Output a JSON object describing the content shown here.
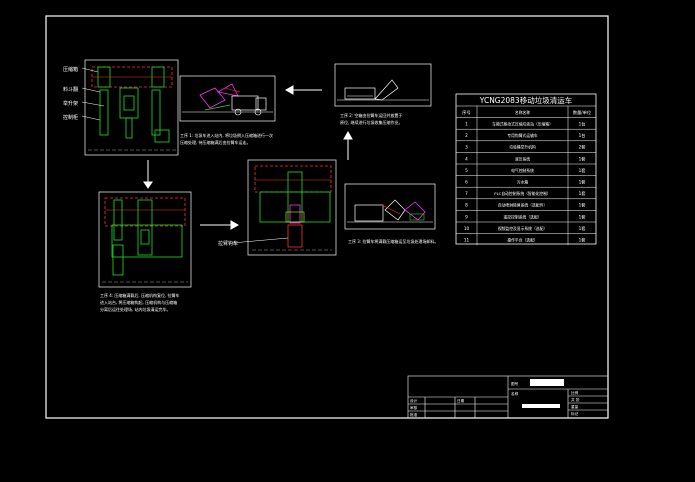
{
  "canvas": {
    "background": "#000000",
    "line": "#ffffff"
  },
  "palette": {
    "red": "#ff3030",
    "green": "#20e020",
    "magenta": "#ff30ff",
    "yellow": "#e0e020",
    "cyan": "#30d0ff",
    "gray": "#9a9a9a"
  },
  "table": {
    "title": "YCNG2083移动垃圾清运车",
    "header": [
      "序号",
      "名称名称",
      "数量/单位"
    ],
    "rows": [
      [
        "1",
        "车厢式移动式压缩垃圾站（压缩箱）",
        "1台"
      ],
      [
        "2",
        "专用钩臂式运输车",
        "1台"
      ],
      [
        "3",
        "垃圾桶举升机构",
        "2套"
      ],
      [
        "4",
        "液压系统",
        "1套"
      ],
      [
        "5",
        "电气控制系统",
        "1套"
      ],
      [
        "6",
        "污水箱",
        "1套"
      ],
      [
        "7",
        "PLC自动控制系统（智能化控制）",
        "1套"
      ],
      [
        "8",
        "自动喷淋除臭系统（选配件）",
        "1套"
      ],
      [
        "9",
        "遥控控制系统（选配）",
        "1套"
      ],
      [
        "10",
        "视频监控及显示系统（选配）",
        "1套"
      ],
      [
        "11",
        "操作平台（选配）",
        "1套"
      ]
    ]
  },
  "labels": {
    "left_1": "压缩箱",
    "left_2": "料斗翻",
    "left_3": "举升架",
    "left_4": "控制柜",
    "mid_part": "拉臂钩车",
    "step1_l1": "工序 1: 垃圾车进入站内, 将垃圾倒入压缩箱进行一次",
    "step1_l2": "压缩处理, 待压缩箱满后由拉臂车运走。",
    "step2_l1": "工序 2: 空箱由拉臂车运回并放置于",
    "step2_l2": "原位, 继续进行垃圾收集压缩作业。",
    "step3_l1": "工序 3: 拉臂车将满载压缩箱运至垃圾处理场卸料。",
    "step4_l1": "工序 4: 压缩箱满载后, 压缩机构复位, 拉臂车",
    "step4_l2": "进入站台, 将压缩箱钩起, 压缩机构与压缩箱",
    "step4_l3": "分离后运往处理场, 站内垃圾清运完毕。"
  },
  "title_block": {
    "label_a": "图号",
    "label_b": "名称",
    "design": "设计",
    "check": "审核",
    "approve": "批准",
    "date": "日期",
    "scale": "比例",
    "sheet": "共 张",
    "weight": "重量",
    "mark": "标记"
  }
}
